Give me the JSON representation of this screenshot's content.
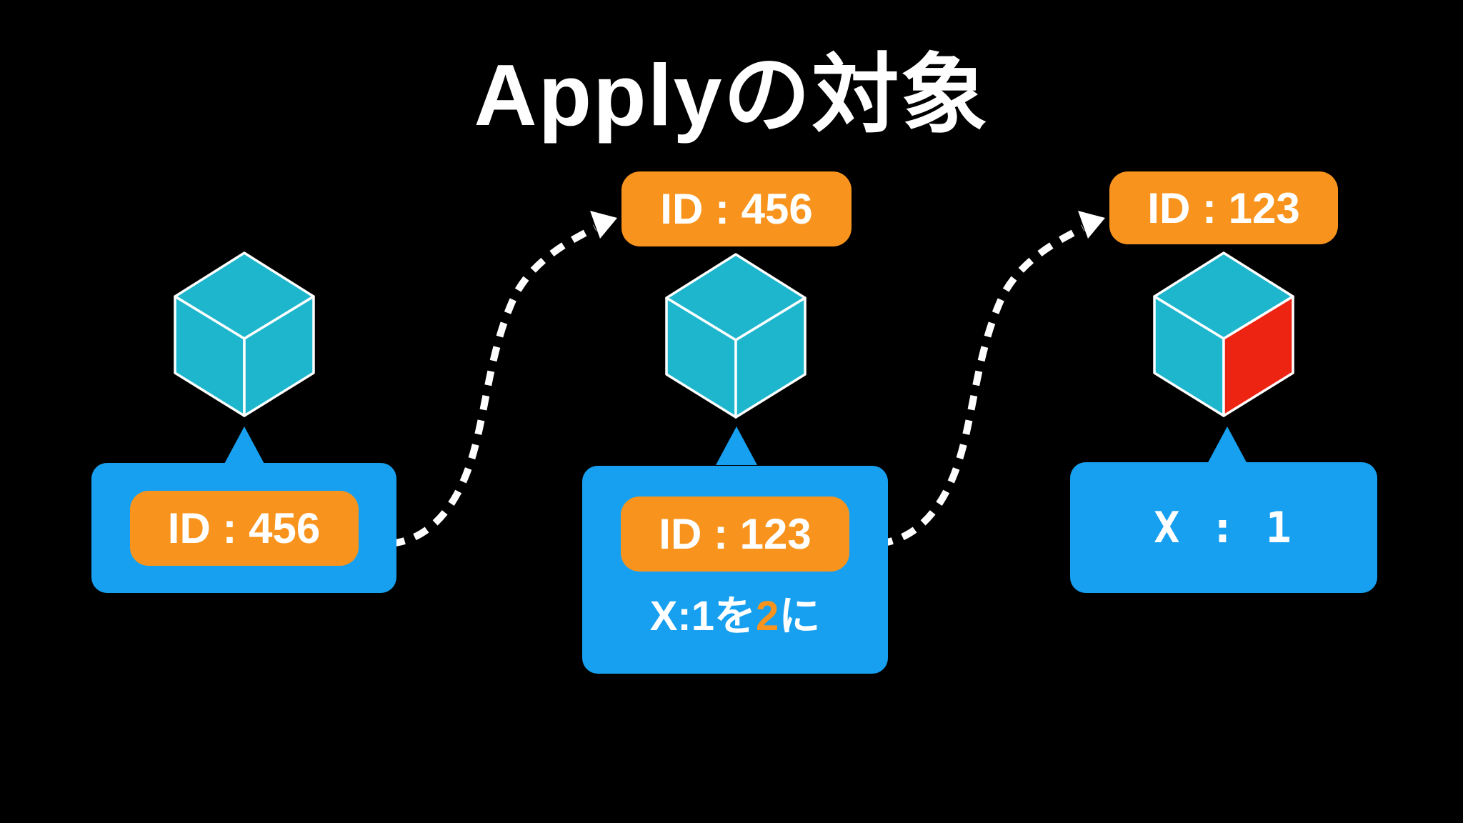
{
  "title": "Applyの対象",
  "colors": {
    "background": "#000000",
    "cube_cyan": "#1db6cd",
    "cube_red": "#ee2413",
    "box_blue": "#18a0f0",
    "badge_orange": "#f8941d",
    "text_white": "#ffffff",
    "arrow_white": "#ffffff"
  },
  "nodes": {
    "left": {
      "box_badge": "ID : 456"
    },
    "middle": {
      "top_badge": "ID : 456",
      "box_badge": "ID : 123",
      "note_prefix": "X:1を",
      "note_highlight": "2",
      "note_suffix": "に"
    },
    "right": {
      "top_badge": "ID : 123",
      "box_text": "X : 1"
    }
  }
}
